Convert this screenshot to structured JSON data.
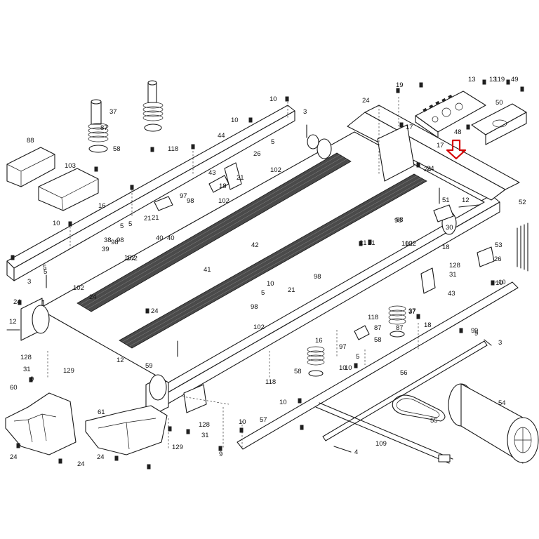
{
  "highlight": {
    "color": "#d40000"
  },
  "labels": [
    "88",
    "103",
    "37",
    "87",
    "58",
    "118",
    "10",
    "16",
    "10",
    "10",
    "44",
    "43",
    "26",
    "5",
    "98",
    "102",
    "21",
    "18",
    "97",
    "21",
    "102",
    "3",
    "24",
    "19",
    "17",
    "13",
    "119",
    "49",
    "13",
    "50",
    "48",
    "17",
    "24",
    "52",
    "12",
    "51",
    "98",
    "102",
    "30",
    "53",
    "26",
    "128",
    "31",
    "43",
    "10",
    "37",
    "18",
    "118",
    "87",
    "58",
    "16",
    "97",
    "10",
    "9",
    "3",
    "59",
    "118",
    "12",
    "60",
    "61",
    "24",
    "24",
    "24",
    "129",
    "128",
    "31",
    "9",
    "10",
    "57",
    "56",
    "55",
    "54",
    "109",
    "4",
    "42",
    "41",
    "40",
    "39",
    "38",
    "98",
    "102",
    "24",
    "3",
    "5",
    "5",
    "12",
    "128",
    "31",
    "129",
    "9",
    "24",
    "5",
    "98",
    "21",
    "102",
    "98",
    "5",
    "10",
    "21",
    "98",
    "102",
    "40",
    "5",
    "18",
    "98",
    "102",
    "10",
    "9",
    "37",
    "87",
    "58",
    "10",
    "21",
    "21",
    "24",
    "9",
    "10",
    "5",
    "24",
    "102"
  ]
}
